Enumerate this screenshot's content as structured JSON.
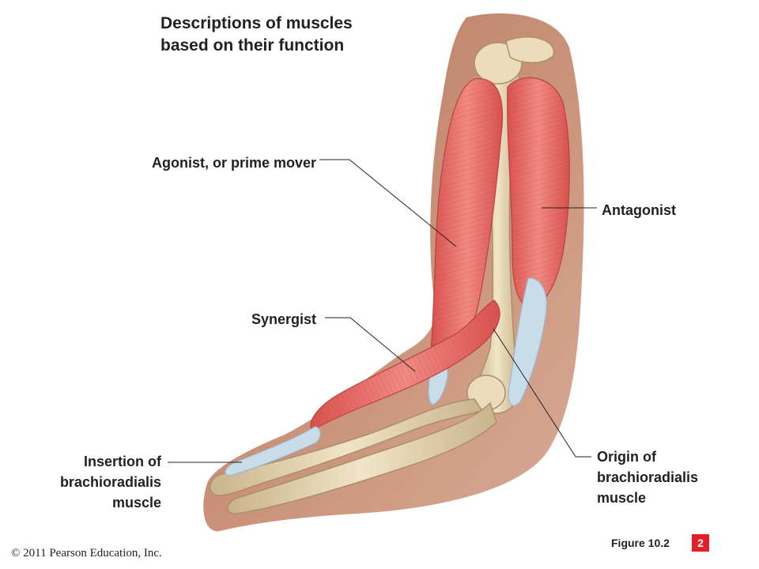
{
  "title": {
    "line1": "Descriptions of muscles",
    "line2": "based on their function"
  },
  "labels": {
    "agonist": "Agonist, or prime mover",
    "antagonist": "Antagonist",
    "synergist": "Synergist",
    "insertion": {
      "line1": "Insertion of",
      "line2": "brachioradialis",
      "line3": "muscle"
    },
    "origin": {
      "line1": "Origin of",
      "line2": "brachioradialis",
      "line3": "muscle"
    }
  },
  "footer": {
    "copyright": "© 2011 Pearson Education, Inc.",
    "figure": "Figure 10.2",
    "page_number": "2"
  },
  "colors": {
    "skin": "#c48a70",
    "muscle": "#e8716c",
    "tendon": "#c8dcea",
    "bone": "#e7d6b4",
    "badge": "#e31e24"
  }
}
